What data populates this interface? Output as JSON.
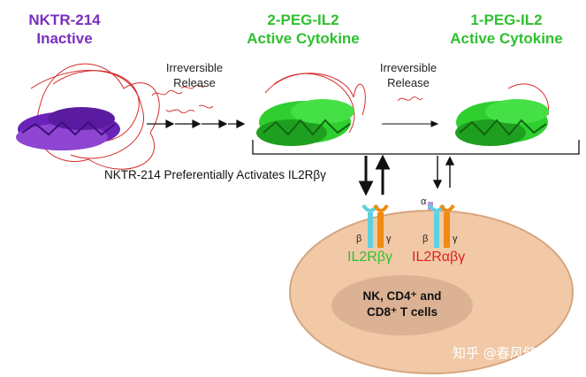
{
  "titles": {
    "nktr": {
      "line1": "NKTR-214",
      "line2": "Inactive"
    },
    "peg2": {
      "line1": "2-PEG-IL2",
      "line2": "Active Cytokine"
    },
    "peg1": {
      "line1": "1-PEG-IL2",
      "line2": "Active Cytokine"
    }
  },
  "release_labels": [
    {
      "line1": "Irreversible",
      "line2": "Release"
    },
    {
      "line1": "Irreversible",
      "line2": "Release"
    }
  ],
  "caption": "NKTR-214 Preferentially Activates IL2Rβγ",
  "receptors": {
    "left": {
      "label": "IL2Rβγ",
      "beta": "β",
      "gamma": "γ",
      "color": "#2fbf2f"
    },
    "right": {
      "label": "IL2Rαβγ",
      "alpha": "α",
      "beta": "β",
      "gamma": "γ",
      "color": "#e02020"
    }
  },
  "cell": {
    "line1": "NK, CD4⁺ and",
    "line2": "CD8⁺ T cells"
  },
  "watermark": "知乎 @春风健康",
  "colors": {
    "purple": "#7a2fbf",
    "green": "#2fc02f",
    "peg_red": "#d42a2a",
    "cell_outer": "#f1c9a6",
    "cell_inner": "#dcb294"
  }
}
